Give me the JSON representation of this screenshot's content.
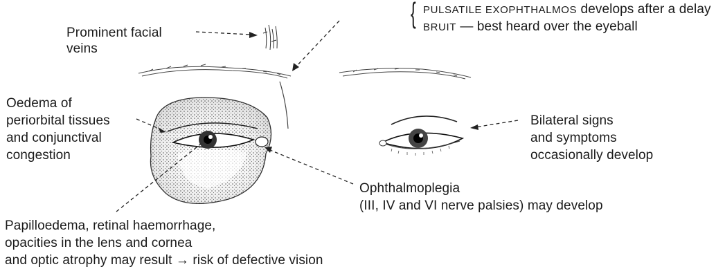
{
  "labels": {
    "facial_veins": [
      "Prominent facial",
      "veins"
    ],
    "pulsatile_caps": "PULSATILE EXOPHTHALMOS",
    "pulsatile_rest": " develops after a delay",
    "bruit_caps": "BRUIT",
    "bruit_rest": " — best heard over the eyeball",
    "oedema": [
      "Oedema of",
      "periorbital tissues",
      "and conjunctival",
      "congestion"
    ],
    "bilateral": [
      "Bilateral signs",
      "and symptoms",
      "occasionally develop"
    ],
    "ophthalmoplegia": [
      "Ophthalmoplegia",
      "(III, IV and VI nerve palsies) may develop"
    ],
    "papilloedema": [
      "Papilloedema, retinal haemorrhage,",
      "opacities in the lens and cornea",
      "and optic atrophy may result → risk of defective vision"
    ]
  },
  "colors": {
    "ink": "#1a1a1a",
    "stipple": "#6a6a6a"
  }
}
